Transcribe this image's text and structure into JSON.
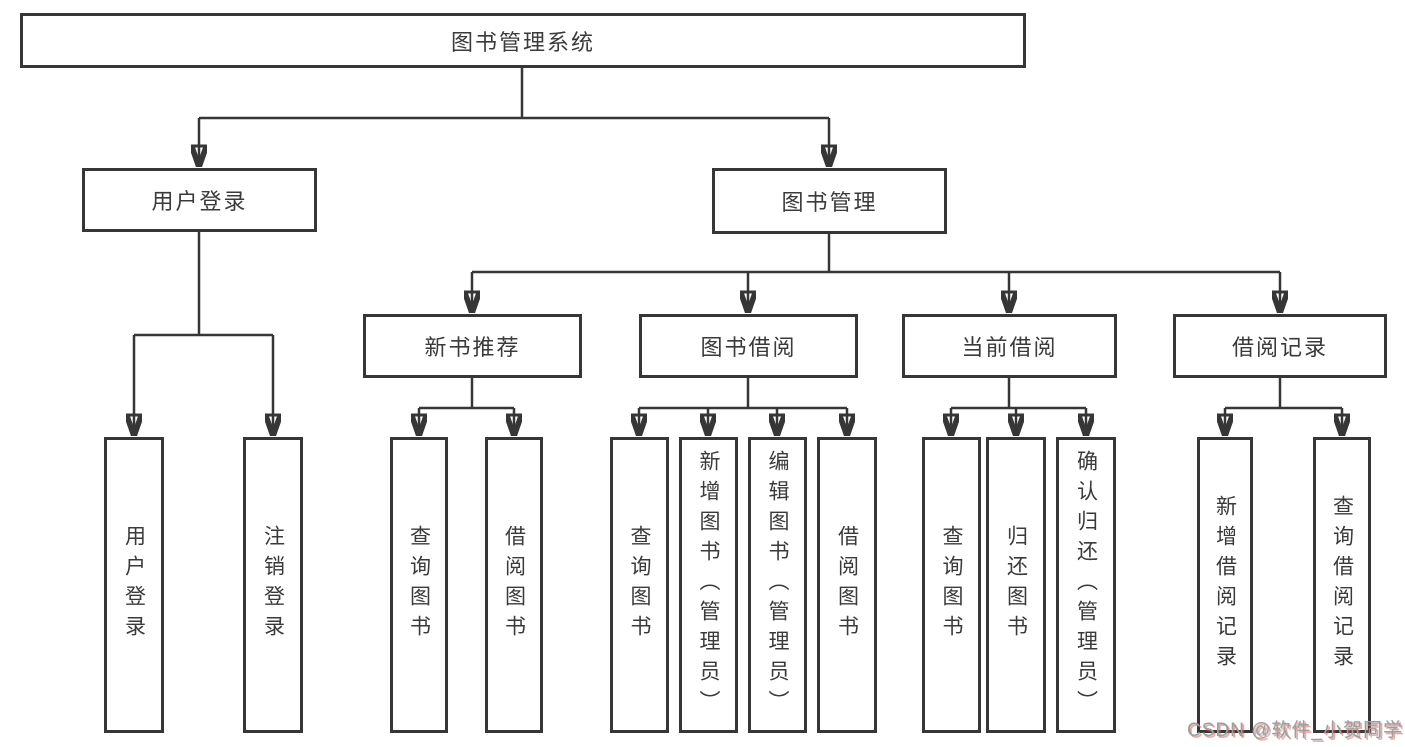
{
  "colors": {
    "line": "#363636",
    "box_border": "#363636",
    "box_fill": "#ffffff",
    "text": "#3a3a3a",
    "background": "#ffffff",
    "watermark_text": "#9e9e9e",
    "watermark_shadow": "#e0524c"
  },
  "tree": {
    "root": {
      "label": "图书管理系统"
    },
    "children": [
      {
        "label": "用户登录",
        "children": [
          {
            "label": "用户登录"
          },
          {
            "label": "注销登录"
          }
        ]
      },
      {
        "label": "图书管理",
        "children": [
          {
            "label": "新书推荐",
            "children": [
              {
                "label": "查询图书"
              },
              {
                "label": "借阅图书"
              }
            ]
          },
          {
            "label": "图书借阅",
            "children": [
              {
                "label": "查询图书"
              },
              {
                "label": "新增图书（管理员）"
              },
              {
                "label": "编辑图书（管理员）"
              },
              {
                "label": "借阅图书"
              }
            ]
          },
          {
            "label": "当前借阅",
            "children": [
              {
                "label": "查询图书"
              },
              {
                "label": "归还图书"
              },
              {
                "label": "确认归还（管理员）"
              }
            ]
          },
          {
            "label": "借阅记录",
            "children": [
              {
                "label": "新增借阅记录"
              },
              {
                "label": "查询借阅记录"
              }
            ]
          }
        ]
      }
    ]
  },
  "watermark": {
    "text": "CSDN @软件_小贺同学"
  }
}
